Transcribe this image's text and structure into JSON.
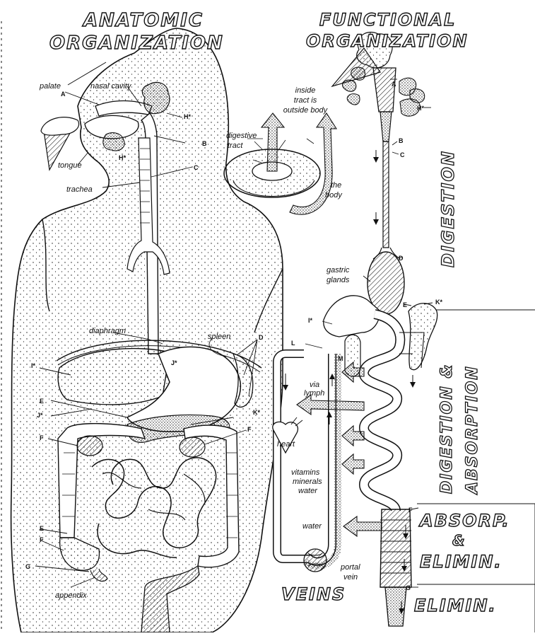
{
  "headings": {
    "anatomic": [
      "ANATOMIC",
      "ORGANIZATION"
    ],
    "functional": [
      "FUNCTIONAL",
      "ORGANIZATION"
    ],
    "digestion": "DIGESTION",
    "digestion_absorption": [
      "DIGESTION &",
      "ABSORPTION"
    ],
    "absorp_elim": [
      "ABSORP.",
      "&",
      "ELIMIN."
    ],
    "elimin": "ELIMIN.",
    "veins": "VEINS"
  },
  "labels": {
    "palate": "palate",
    "nasal_cavity": "nasal cavity",
    "tongue": "tongue",
    "trachea": "trachea",
    "inside_tract": [
      "inside",
      "tract is",
      "outside body"
    ],
    "digestive_tract": [
      "digestive",
      "tract"
    ],
    "the_body": [
      "the",
      "body"
    ],
    "diaphragm": "diaphragm",
    "spleen": "spleen",
    "appendix": "appendix",
    "gastric_glands": [
      "gastric",
      "glands"
    ],
    "via_lymph": [
      "via",
      "lymph"
    ],
    "heart": "heart",
    "vitamins": [
      "vitamins",
      "minerals",
      "water"
    ],
    "water": "water",
    "portal_vein": [
      "portal",
      "vein"
    ]
  },
  "letters": {
    "A": "A",
    "B": "B",
    "C": "C",
    "D": "D",
    "E": "E",
    "F": "F",
    "G": "G",
    "H": "H*",
    "I": "I*",
    "J": "J*",
    "K": "K*",
    "L": "L",
    "M": "M"
  }
}
